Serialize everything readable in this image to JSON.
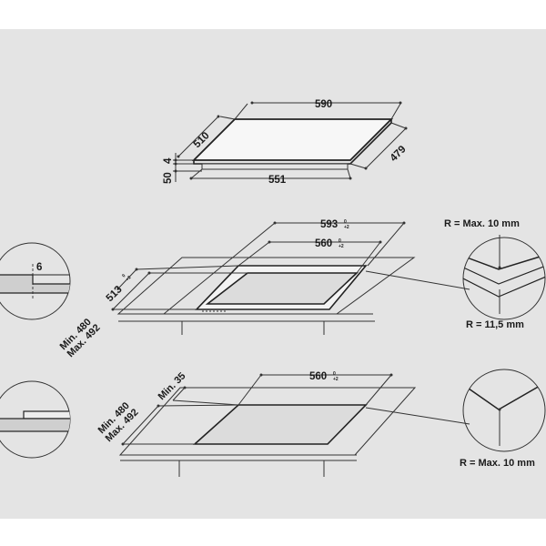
{
  "top_hob": {
    "width": "590",
    "depth": "510",
    "total_height": "50",
    "glass_thickness": "4",
    "base_width": "551",
    "base_depth": "479"
  },
  "flush_mount": {
    "cutout_width": "593",
    "cutout_width_tol_top": "0",
    "cutout_width_tol_bottom": "+2",
    "inner_width": "560",
    "inner_width_tol_top": "0",
    "inner_width_tol_bottom": "+2",
    "cutout_depth": "513",
    "cutout_depth_tol_top": "0",
    "cutout_depth_tol_bottom": "+2",
    "worktop_min": "Min. 480",
    "worktop_max": "Max. 492",
    "rebate_depth": "6",
    "radius_outer": "R = Max. 10 mm",
    "radius_inner": "R = 11,5 mm"
  },
  "standard_mount": {
    "inner_width": "560",
    "inner_width_tol_top": "0",
    "inner_width_tol_bottom": "+2",
    "worktop_min": "Min. 480",
    "worktop_max": "Max. 492",
    "min_clearance": "Min. 35",
    "radius": "R = Max. 10 mm"
  }
}
